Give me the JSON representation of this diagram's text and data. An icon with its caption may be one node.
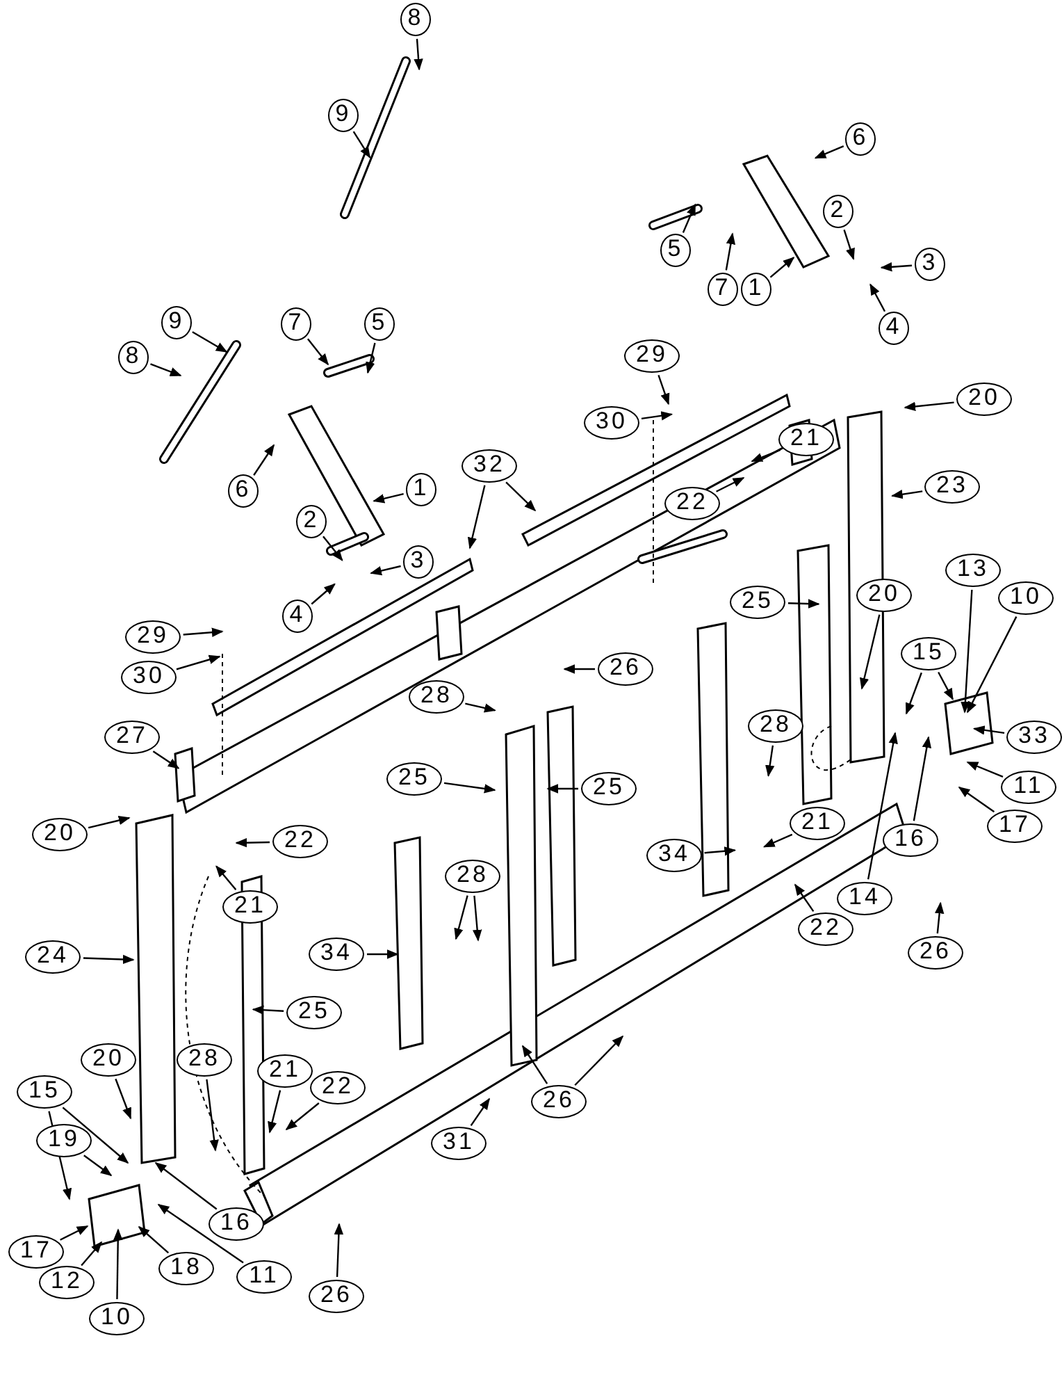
{
  "diagram": {
    "nodes": [
      {
        "text": [
          "8"
        ]
      },
      {
        "text": [
          "9"
        ]
      },
      {
        "text": [
          "6"
        ]
      },
      {
        "text": [
          "5"
        ]
      },
      {
        "text": [
          "7"
        ]
      },
      {
        "text": [
          "1"
        ]
      },
      {
        "text": [
          "2"
        ]
      },
      {
        "text": [
          "3"
        ]
      },
      {
        "text": [
          "4"
        ]
      },
      {
        "text": [
          "9"
        ]
      },
      {
        "text": [
          "8"
        ]
      },
      {
        "text": [
          "7"
        ]
      },
      {
        "text": [
          "5"
        ]
      },
      {
        "text": [
          "6"
        ]
      },
      {
        "text": [
          "1"
        ]
      },
      {
        "text": [
          "2"
        ]
      },
      {
        "text": [
          "3"
        ]
      },
      {
        "text": [
          "4"
        ]
      },
      {
        "text": [
          "32"
        ]
      },
      {
        "text": [
          "29"
        ]
      },
      {
        "text": [
          "30"
        ]
      },
      {
        "text": [
          "29"
        ]
      },
      {
        "text": [
          "30"
        ]
      },
      {
        "text": [
          "21"
        ]
      },
      {
        "text": [
          "22"
        ]
      },
      {
        "text": [
          "20"
        ]
      },
      {
        "text": [
          "23"
        ]
      },
      {
        "text": [
          "25"
        ]
      },
      {
        "text": [
          "26"
        ]
      },
      {
        "text": [
          "13"
        ]
      },
      {
        "text": [
          "20"
        ]
      },
      {
        "text": [
          "15"
        ]
      },
      {
        "text": [
          "10"
        ]
      },
      {
        "text": [
          "33"
        ]
      },
      {
        "text": [
          "11"
        ]
      },
      {
        "text": [
          "16"
        ]
      },
      {
        "text": [
          "17"
        ]
      },
      {
        "text": [
          "14"
        ]
      },
      {
        "text": [
          "28"
        ]
      },
      {
        "text": [
          "27"
        ]
      },
      {
        "text": [
          "28"
        ]
      },
      {
        "text": [
          "25"
        ]
      },
      {
        "text": [
          "25"
        ]
      },
      {
        "text": [
          "20"
        ]
      },
      {
        "text": [
          "22"
        ]
      },
      {
        "text": [
          "21"
        ]
      },
      {
        "text": [
          "21"
        ]
      },
      {
        "text": [
          "22"
        ]
      },
      {
        "text": [
          "34"
        ]
      },
      {
        "text": [
          "28"
        ]
      },
      {
        "text": [
          "24"
        ]
      },
      {
        "text": [
          "34"
        ]
      },
      {
        "text": [
          "25"
        ]
      },
      {
        "text": [
          "26"
        ]
      },
      {
        "text": [
          "28"
        ]
      },
      {
        "text": [
          "21"
        ]
      },
      {
        "text": [
          "22"
        ]
      },
      {
        "text": [
          "20"
        ]
      },
      {
        "text": [
          "15"
        ]
      },
      {
        "text": [
          "19"
        ]
      },
      {
        "text": [
          "26"
        ]
      },
      {
        "text": [
          "31"
        ]
      },
      {
        "text": [
          "16"
        ]
      },
      {
        "text": [
          "17"
        ]
      },
      {
        "text": [
          "12"
        ]
      },
      {
        "text": [
          "18"
        ]
      },
      {
        "text": [
          "11"
        ]
      },
      {
        "text": [
          "10"
        ]
      },
      {
        "text": [
          "26"
        ]
      }
    ],
    "edges": [
      {
        "from": 0,
        "to": null,
        "arrow": "to"
      },
      {
        "from": 1,
        "to": null,
        "arrow": "to"
      },
      {
        "from": 2,
        "to": null,
        "arrow": "to"
      },
      {
        "from": 3,
        "to": null,
        "arrow": "to"
      },
      {
        "from": 4,
        "to": null,
        "arrow": "to"
      },
      {
        "from": 5,
        "to": null,
        "arrow": "to"
      },
      {
        "from": 6,
        "to": null,
        "arrow": "to"
      },
      {
        "from": 7,
        "to": null,
        "arrow": "to"
      },
      {
        "from": 8,
        "to": null,
        "arrow": "to"
      },
      {
        "from": 9,
        "to": null,
        "arrow": "to"
      },
      {
        "from": 10,
        "to": null,
        "arrow": "to"
      },
      {
        "from": 11,
        "to": null,
        "arrow": "to"
      },
      {
        "from": 12,
        "to": null,
        "arrow": "to"
      },
      {
        "from": 13,
        "to": null,
        "arrow": "to"
      },
      {
        "from": 14,
        "to": null,
        "arrow": "to"
      },
      {
        "from": 15,
        "to": null,
        "arrow": "to"
      },
      {
        "from": 16,
        "to": null,
        "arrow": "to"
      },
      {
        "from": 17,
        "to": null,
        "arrow": "to"
      },
      {
        "from": 18,
        "to": null,
        "arrow": "to"
      },
      {
        "from": 18,
        "to": null,
        "arrow": "to"
      },
      {
        "from": 19,
        "to": null,
        "arrow": "to"
      },
      {
        "from": 20,
        "to": null,
        "arrow": "to"
      },
      {
        "from": 21,
        "to": null,
        "arrow": "to"
      },
      {
        "from": 22,
        "to": null,
        "arrow": "to"
      },
      {
        "from": 23,
        "to": null,
        "arrow": "to"
      },
      {
        "from": 24,
        "to": null,
        "arrow": "to"
      },
      {
        "from": 25,
        "to": null,
        "arrow": "to"
      },
      {
        "from": 26,
        "to": null,
        "arrow": "to"
      },
      {
        "from": 27,
        "to": null,
        "arrow": "to"
      },
      {
        "from": 28,
        "to": null,
        "arrow": "to"
      },
      {
        "from": 29,
        "to": null,
        "arrow": "to"
      },
      {
        "from": 30,
        "to": null,
        "arrow": "to"
      },
      {
        "from": 31,
        "to": null,
        "arrow": "to"
      },
      {
        "from": 31,
        "to": null,
        "arrow": "to"
      },
      {
        "from": 32,
        "to": null,
        "arrow": "to"
      },
      {
        "from": 33,
        "to": null,
        "arrow": "to"
      },
      {
        "from": 34,
        "to": null,
        "arrow": "to"
      },
      {
        "from": 35,
        "to": null,
        "arrow": "to"
      },
      {
        "from": 36,
        "to": null,
        "arrow": "to"
      },
      {
        "from": 37,
        "to": null,
        "arrow": "to"
      },
      {
        "from": 38,
        "to": null,
        "arrow": "to"
      },
      {
        "from": 39,
        "to": null,
        "arrow": "to"
      },
      {
        "from": 40,
        "to": null,
        "arrow": "to"
      },
      {
        "from": 41,
        "to": null,
        "arrow": "to"
      },
      {
        "from": 42,
        "to": null,
        "arrow": "to"
      },
      {
        "from": 43,
        "to": null,
        "arrow": "to"
      },
      {
        "from": 44,
        "to": null,
        "arrow": "to"
      },
      {
        "from": 45,
        "to": null,
        "arrow": "to"
      },
      {
        "from": 46,
        "to": null,
        "arrow": "to"
      },
      {
        "from": 47,
        "to": null,
        "arrow": "to"
      },
      {
        "from": 48,
        "to": null,
        "arrow": "to"
      },
      {
        "from": 49,
        "to": null,
        "arrow": "to"
      },
      {
        "from": 49,
        "to": null,
        "arrow": "to"
      },
      {
        "from": 50,
        "to": null,
        "arrow": "to"
      },
      {
        "from": 51,
        "to": null,
        "arrow": "to"
      },
      {
        "from": 52,
        "to": null,
        "arrow": "to"
      },
      {
        "from": 53,
        "to": null,
        "arrow": "to"
      },
      {
        "from": 54,
        "to": null,
        "arrow": "to"
      },
      {
        "from": 55,
        "to": null,
        "arrow": "to"
      },
      {
        "from": 56,
        "to": null,
        "arrow": "to"
      },
      {
        "from": 57,
        "to": null,
        "arrow": "to"
      },
      {
        "from": 58,
        "to": null,
        "arrow": "to"
      },
      {
        "from": 58,
        "to": null,
        "arrow": "to"
      },
      {
        "from": 59,
        "to": null,
        "arrow": "to"
      },
      {
        "from": 60,
        "to": null,
        "arrow": "to"
      },
      {
        "from": 60,
        "to": null,
        "arrow": "to"
      },
      {
        "from": 61,
        "to": null,
        "arrow": "to"
      },
      {
        "from": 62,
        "to": null,
        "arrow": "to"
      },
      {
        "from": 63,
        "to": null,
        "arrow": "to"
      },
      {
        "from": 64,
        "to": null,
        "arrow": "to"
      },
      {
        "from": 65,
        "to": null,
        "arrow": "to"
      },
      {
        "from": 66,
        "to": null,
        "arrow": "to"
      },
      {
        "from": 67,
        "to": null,
        "arrow": "to"
      },
      {
        "from": 68,
        "to": null,
        "arrow": "to"
      }
    ]
  }
}
